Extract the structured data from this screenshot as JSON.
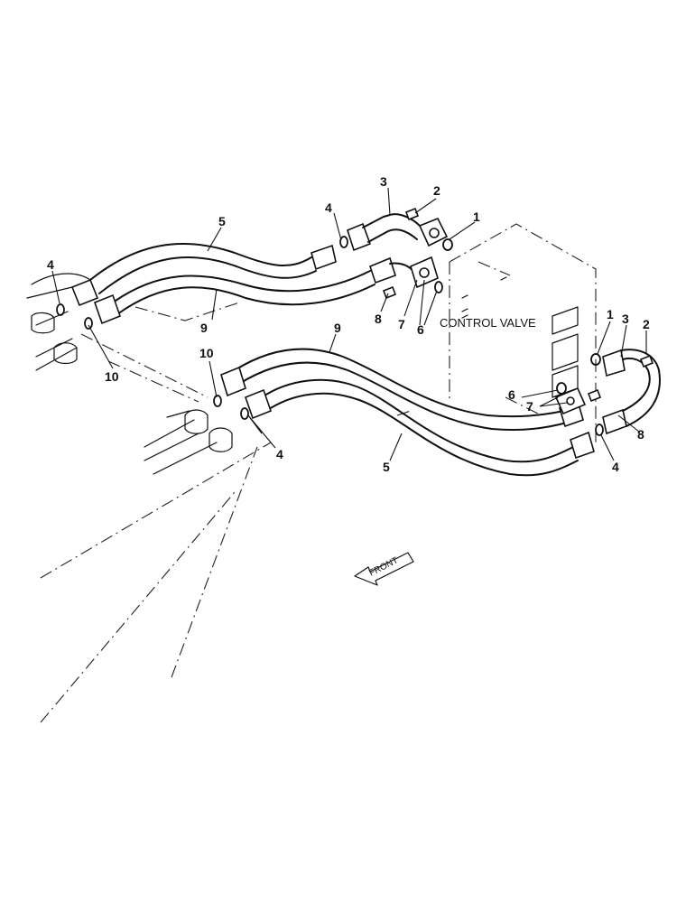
{
  "labels": {
    "control_valve": "CONTROL VALVE",
    "front": "FRONT"
  },
  "callouts": {
    "c1a": "1",
    "c1b": "1",
    "c2a": "2",
    "c2b": "2",
    "c3a": "3",
    "c3b": "3",
    "c4a": "4",
    "c4b": "4",
    "c4c": "4",
    "c4d": "4",
    "c5a": "5",
    "c5b": "5",
    "c6a": "6",
    "c6b": "6",
    "c7a": "7",
    "c7b": "7",
    "c8a": "8",
    "c8b": "8",
    "c9a": "9",
    "c9b": "9",
    "c10a": "10",
    "c10b": "10"
  }
}
